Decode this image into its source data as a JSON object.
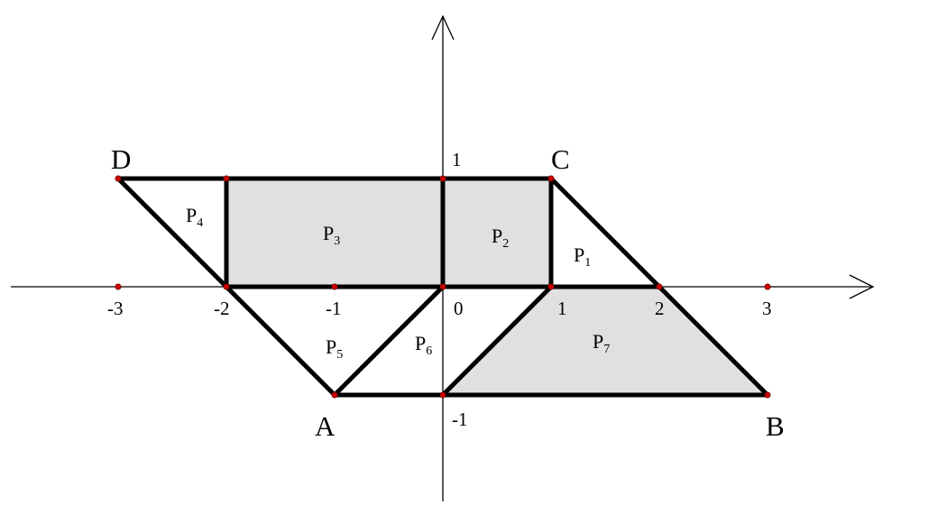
{
  "axes": {
    "x_ticks": [
      {
        "value": -3,
        "label": "-3"
      },
      {
        "value": -2,
        "label": "-2"
      },
      {
        "value": -1,
        "label": "-1"
      },
      {
        "value": 0,
        "label": "0"
      },
      {
        "value": 1,
        "label": "1"
      },
      {
        "value": 2,
        "label": "2"
      },
      {
        "value": 3,
        "label": "3"
      }
    ],
    "y_ticks": [
      {
        "value": 1,
        "label": "1"
      },
      {
        "value": -1,
        "label": "-1"
      }
    ]
  },
  "vertices": [
    {
      "name": "A",
      "x": -1,
      "y": -1
    },
    {
      "name": "B",
      "x": 3,
      "y": -1
    },
    {
      "name": "C",
      "x": 1,
      "y": 1
    },
    {
      "name": "D",
      "x": -3,
      "y": 1
    }
  ],
  "regions": [
    {
      "letter": "P",
      "sub": "1",
      "shaded": false,
      "points": [
        [
          1,
          0
        ],
        [
          2,
          0
        ],
        [
          1,
          1
        ]
      ]
    },
    {
      "letter": "P",
      "sub": "2",
      "shaded": true,
      "points": [
        [
          0,
          0
        ],
        [
          1,
          0
        ],
        [
          1,
          1
        ],
        [
          0,
          1
        ]
      ]
    },
    {
      "letter": "P",
      "sub": "3",
      "shaded": true,
      "points": [
        [
          -2,
          0
        ],
        [
          0,
          0
        ],
        [
          0,
          1
        ],
        [
          -2,
          1
        ]
      ]
    },
    {
      "letter": "P",
      "sub": "4",
      "shaded": false,
      "points": [
        [
          -3,
          1
        ],
        [
          -2,
          1
        ],
        [
          -2,
          0
        ]
      ]
    },
    {
      "letter": "P",
      "sub": "5",
      "shaded": false,
      "points": [
        [
          -2,
          0
        ],
        [
          0,
          0
        ],
        [
          -1,
          -1
        ]
      ]
    },
    {
      "letter": "P",
      "sub": "6",
      "shaded": false,
      "points": [
        [
          0,
          0
        ],
        [
          -1,
          -1
        ],
        [
          0,
          -1
        ]
      ]
    },
    {
      "letter": "P",
      "sub": "7",
      "shaded": true,
      "points": [
        [
          1,
          0
        ],
        [
          2,
          0
        ],
        [
          3,
          -1
        ],
        [
          0,
          -1
        ]
      ]
    }
  ],
  "dots": [
    [
      -3,
      0
    ],
    [
      -2,
      0
    ],
    [
      -1,
      0
    ],
    [
      0,
      0
    ],
    [
      1,
      0
    ],
    [
      2,
      0
    ],
    [
      3,
      0
    ],
    [
      -3,
      1
    ],
    [
      -2,
      1
    ],
    [
      0,
      1
    ],
    [
      1,
      1
    ],
    [
      -1,
      -1
    ],
    [
      0,
      -1
    ],
    [
      3,
      -1
    ]
  ],
  "colors": {
    "shade": "#e0e0e0",
    "dot": "#cc0000",
    "line": "#000000"
  }
}
